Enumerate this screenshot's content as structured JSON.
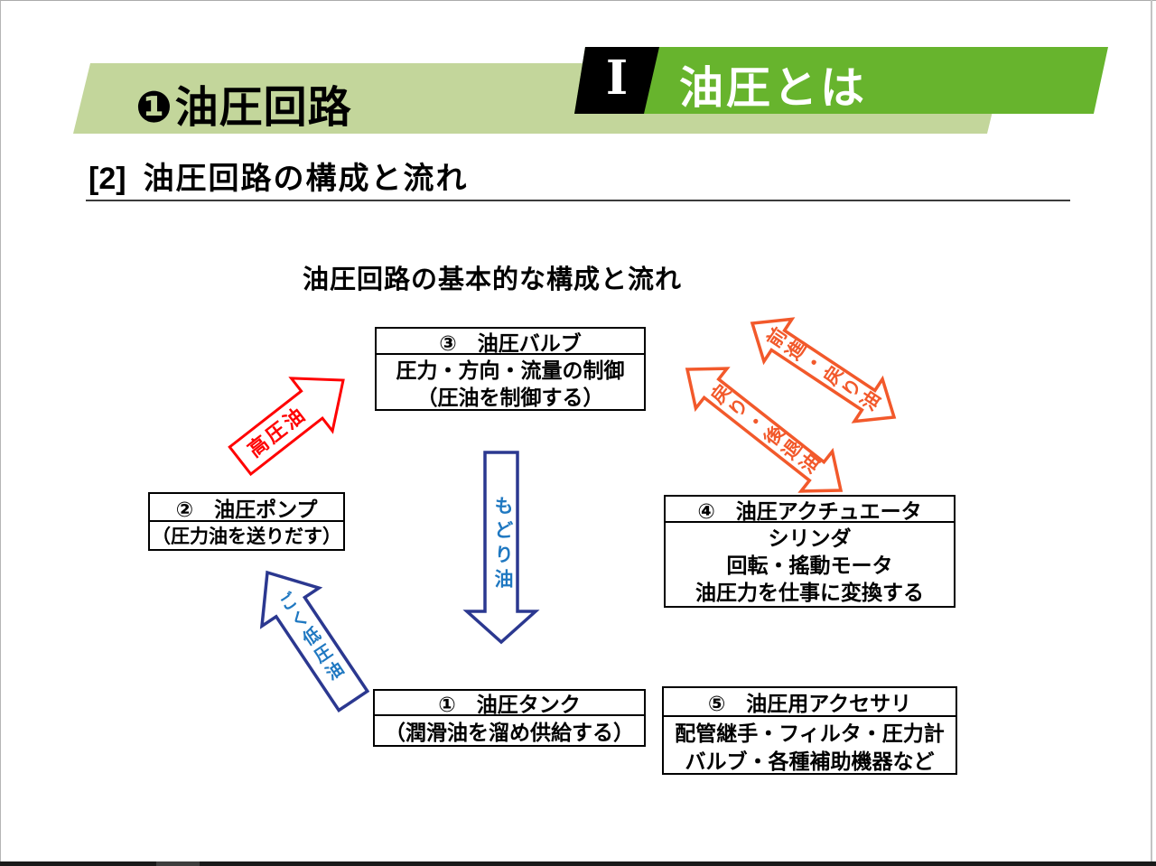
{
  "slide": {
    "section_badge": "❶",
    "section_title": "油圧回路",
    "chapter_numeral": "Ⅰ",
    "chapter_title": "油圧とは",
    "heading_index": "[2]",
    "heading_title": "油圧回路の構成と流れ",
    "diagram_title": "油圧回路の基本的な構成と流れ"
  },
  "boxes": {
    "valve": {
      "header": "③　油圧バルブ",
      "lines": [
        "圧力・方向・流量の制御",
        "（圧油を制御する）"
      ]
    },
    "pump": {
      "header": "②　油圧ポンプ",
      "lines": [
        "（圧力油を送りだす）"
      ]
    },
    "actuator": {
      "header": "④　油圧アクチュエータ",
      "lines": [
        "シリンダ",
        "回転・搖動モータ",
        "油圧力を仕事に変換する"
      ]
    },
    "tank": {
      "header": "①　油圧タンク",
      "lines": [
        "（潤滑油を溜め供給する）"
      ]
    },
    "accessories": {
      "header": "⑤　油圧用アクセサリ",
      "lines": [
        "配管継手・フィルタ・圧力計",
        "バルブ・各種補助機器など"
      ]
    }
  },
  "arrows": {
    "high_pressure": {
      "label": "高圧油",
      "color": "#ff0000"
    },
    "return_oil": {
      "label": "もどり油",
      "color": "#2b3890",
      "label_color": "#1f78c1"
    },
    "suction": {
      "label": "ごく低圧油",
      "color": "#2b3890",
      "label_color": "#1f78c1"
    },
    "forward_return": {
      "label": "前進・戻り油",
      "color": "#f2592b"
    },
    "return_backward": {
      "label": "戻り・後退油",
      "color": "#f2592b"
    }
  },
  "colors": {
    "banner_light_green": "#c3d69b",
    "banner_dark_green": "#67b42d",
    "numeral_box_black": "#000000",
    "blue_label": "#1f78c1"
  }
}
